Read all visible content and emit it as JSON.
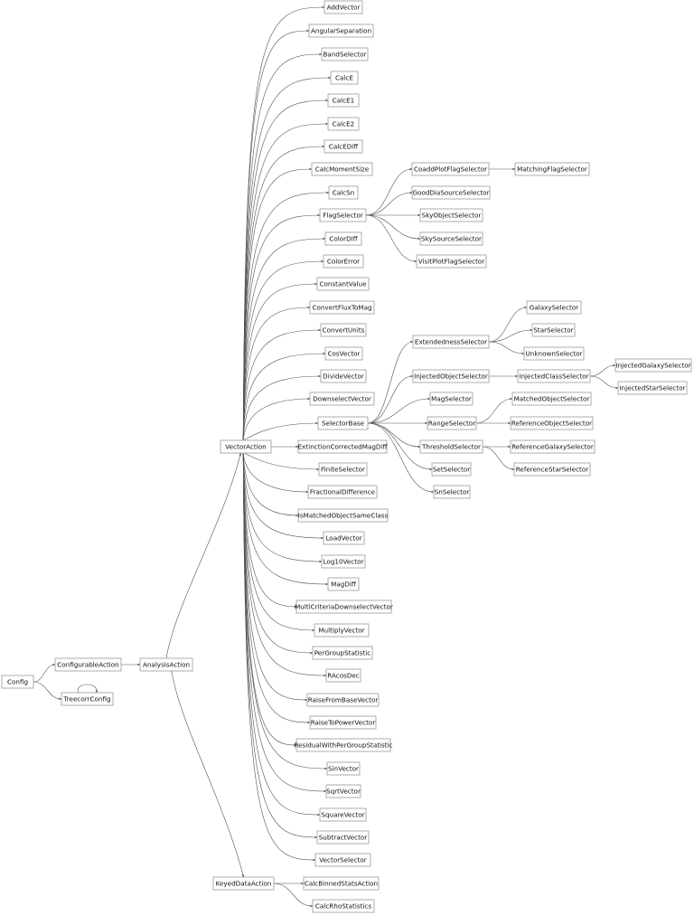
{
  "nodes": {
    "config": "Config",
    "configurable_action": "ConfigurableAction",
    "treecorr_config": "TreecorrConfig",
    "analysis_action": "AnalysisAction",
    "vector_action": "VectorAction",
    "keyed_data_action": "KeyedDataAction",
    "add_vector": "AddVector",
    "angular_separation": "AngularSeparation",
    "band_selector": "BandSelector",
    "calc_e": "CalcE",
    "calc_e1": "CalcE1",
    "calc_e2": "CalcE2",
    "calc_e_diff": "CalcEDiff",
    "calc_moment_size": "CalcMomentSize",
    "calc_sn": "CalcSn",
    "flag_selector": "FlagSelector",
    "color_diff": "ColorDiff",
    "color_error": "ColorError",
    "constant_value": "ConstantValue",
    "convert_flux_to_mag": "ConvertFluxToMag",
    "convert_units": "ConvertUnits",
    "cos_vector": "CosVector",
    "divide_vector": "DivideVector",
    "downselect_vector": "DownselectVector",
    "selector_base": "SelectorBase",
    "extinction_corrected_mag_diff": "ExtinctionCorrectedMagDiff",
    "finite_selector": "FiniteSelector",
    "fractional_difference": "FractionalDifference",
    "is_matched_object_same_class": "IsMatchedObjectSameClass",
    "load_vector": "LoadVector",
    "log10_vector": "Log10Vector",
    "mag_diff": "MagDiff",
    "multi_criteria_downselect_vector": "MultiCriteriaDownselectVector",
    "multiply_vector": "MultiplyVector",
    "per_group_statistic": "PerGroupStatistic",
    "racos_dec": "RAcosDec",
    "raise_from_base_vector": "RaiseFromBaseVector",
    "raise_to_power_vector": "RaiseToPowerVector",
    "residual_with_per_group_statistic": "ResidualWithPerGroupStatistic",
    "sin_vector": "SinVector",
    "sqrt_vector": "SqrtVector",
    "square_vector": "SquareVector",
    "subtract_vector": "SubtractVector",
    "vector_selector": "VectorSelector",
    "calc_binned_stats_action": "CalcBinnedStatsAction",
    "calc_rho_statistics": "CalcRhoStatistics",
    "coadd_plot_flag_selector": "CoaddPlotFlagSelector",
    "good_dia_source_selector": "GoodDiaSourceSelector",
    "sky_object_selector": "SkyObjectSelector",
    "sky_source_selector": "SkySourceSelector",
    "visit_plot_flag_selector": "VisitPlotFlagSelector",
    "matching_flag_selector": "MatchingFlagSelector",
    "extendedness_selector": "ExtendednessSelector",
    "injected_object_selector": "InjectedObjectSelector",
    "mag_selector": "MagSelector",
    "range_selector": "RangeSelector",
    "threshold_selector": "ThresholdSelector",
    "set_selector": "SetSelector",
    "sn_selector": "SnSelector",
    "galaxy_selector": "GalaxySelector",
    "star_selector": "StarSelector",
    "unknown_selector": "UnknownSelector",
    "injected_class_selector": "InjectedClassSelector",
    "injected_galaxy_selector": "InjectedGalaxySelector",
    "injected_star_selector": "InjectedStarSelector",
    "matched_object_selector": "MatchedObjectSelector",
    "reference_object_selector": "ReferenceObjectSelector",
    "reference_galaxy_selector": "ReferenceGalaxySelector",
    "reference_star_selector": "ReferenceStarSelector"
  },
  "edges": [
    [
      "config",
      "configurable_action"
    ],
    [
      "config",
      "treecorr_config"
    ],
    [
      "treecorr_config",
      "treecorr_config"
    ],
    [
      "configurable_action",
      "analysis_action"
    ],
    [
      "analysis_action",
      "vector_action"
    ],
    [
      "analysis_action",
      "keyed_data_action"
    ],
    [
      "vector_action",
      "add_vector"
    ],
    [
      "vector_action",
      "angular_separation"
    ],
    [
      "vector_action",
      "band_selector"
    ],
    [
      "vector_action",
      "calc_e"
    ],
    [
      "vector_action",
      "calc_e1"
    ],
    [
      "vector_action",
      "calc_e2"
    ],
    [
      "vector_action",
      "calc_e_diff"
    ],
    [
      "vector_action",
      "calc_moment_size"
    ],
    [
      "vector_action",
      "calc_sn"
    ],
    [
      "vector_action",
      "flag_selector"
    ],
    [
      "vector_action",
      "color_diff"
    ],
    [
      "vector_action",
      "color_error"
    ],
    [
      "vector_action",
      "constant_value"
    ],
    [
      "vector_action",
      "convert_flux_to_mag"
    ],
    [
      "vector_action",
      "convert_units"
    ],
    [
      "vector_action",
      "cos_vector"
    ],
    [
      "vector_action",
      "divide_vector"
    ],
    [
      "vector_action",
      "downselect_vector"
    ],
    [
      "vector_action",
      "selector_base"
    ],
    [
      "vector_action",
      "extinction_corrected_mag_diff"
    ],
    [
      "vector_action",
      "finite_selector"
    ],
    [
      "vector_action",
      "fractional_difference"
    ],
    [
      "vector_action",
      "is_matched_object_same_class"
    ],
    [
      "vector_action",
      "load_vector"
    ],
    [
      "vector_action",
      "log10_vector"
    ],
    [
      "vector_action",
      "mag_diff"
    ],
    [
      "vector_action",
      "multi_criteria_downselect_vector"
    ],
    [
      "vector_action",
      "multiply_vector"
    ],
    [
      "vector_action",
      "per_group_statistic"
    ],
    [
      "vector_action",
      "racos_dec"
    ],
    [
      "vector_action",
      "raise_from_base_vector"
    ],
    [
      "vector_action",
      "raise_to_power_vector"
    ],
    [
      "vector_action",
      "residual_with_per_group_statistic"
    ],
    [
      "vector_action",
      "sin_vector"
    ],
    [
      "vector_action",
      "sqrt_vector"
    ],
    [
      "vector_action",
      "square_vector"
    ],
    [
      "vector_action",
      "subtract_vector"
    ],
    [
      "vector_action",
      "vector_selector"
    ],
    [
      "keyed_data_action",
      "calc_binned_stats_action"
    ],
    [
      "keyed_data_action",
      "calc_rho_statistics"
    ],
    [
      "flag_selector",
      "coadd_plot_flag_selector"
    ],
    [
      "flag_selector",
      "good_dia_source_selector"
    ],
    [
      "flag_selector",
      "sky_object_selector"
    ],
    [
      "flag_selector",
      "sky_source_selector"
    ],
    [
      "flag_selector",
      "visit_plot_flag_selector"
    ],
    [
      "coadd_plot_flag_selector",
      "matching_flag_selector"
    ],
    [
      "selector_base",
      "extendedness_selector"
    ],
    [
      "selector_base",
      "injected_object_selector"
    ],
    [
      "selector_base",
      "mag_selector"
    ],
    [
      "selector_base",
      "range_selector"
    ],
    [
      "selector_base",
      "threshold_selector"
    ],
    [
      "selector_base",
      "set_selector"
    ],
    [
      "selector_base",
      "sn_selector"
    ],
    [
      "extendedness_selector",
      "galaxy_selector"
    ],
    [
      "extendedness_selector",
      "star_selector"
    ],
    [
      "extendedness_selector",
      "unknown_selector"
    ],
    [
      "injected_object_selector",
      "injected_class_selector"
    ],
    [
      "injected_class_selector",
      "injected_galaxy_selector"
    ],
    [
      "injected_class_selector",
      "injected_star_selector"
    ],
    [
      "range_selector",
      "matched_object_selector"
    ],
    [
      "range_selector",
      "reference_object_selector"
    ],
    [
      "threshold_selector",
      "reference_galaxy_selector"
    ],
    [
      "threshold_selector",
      "reference_star_selector"
    ]
  ]
}
